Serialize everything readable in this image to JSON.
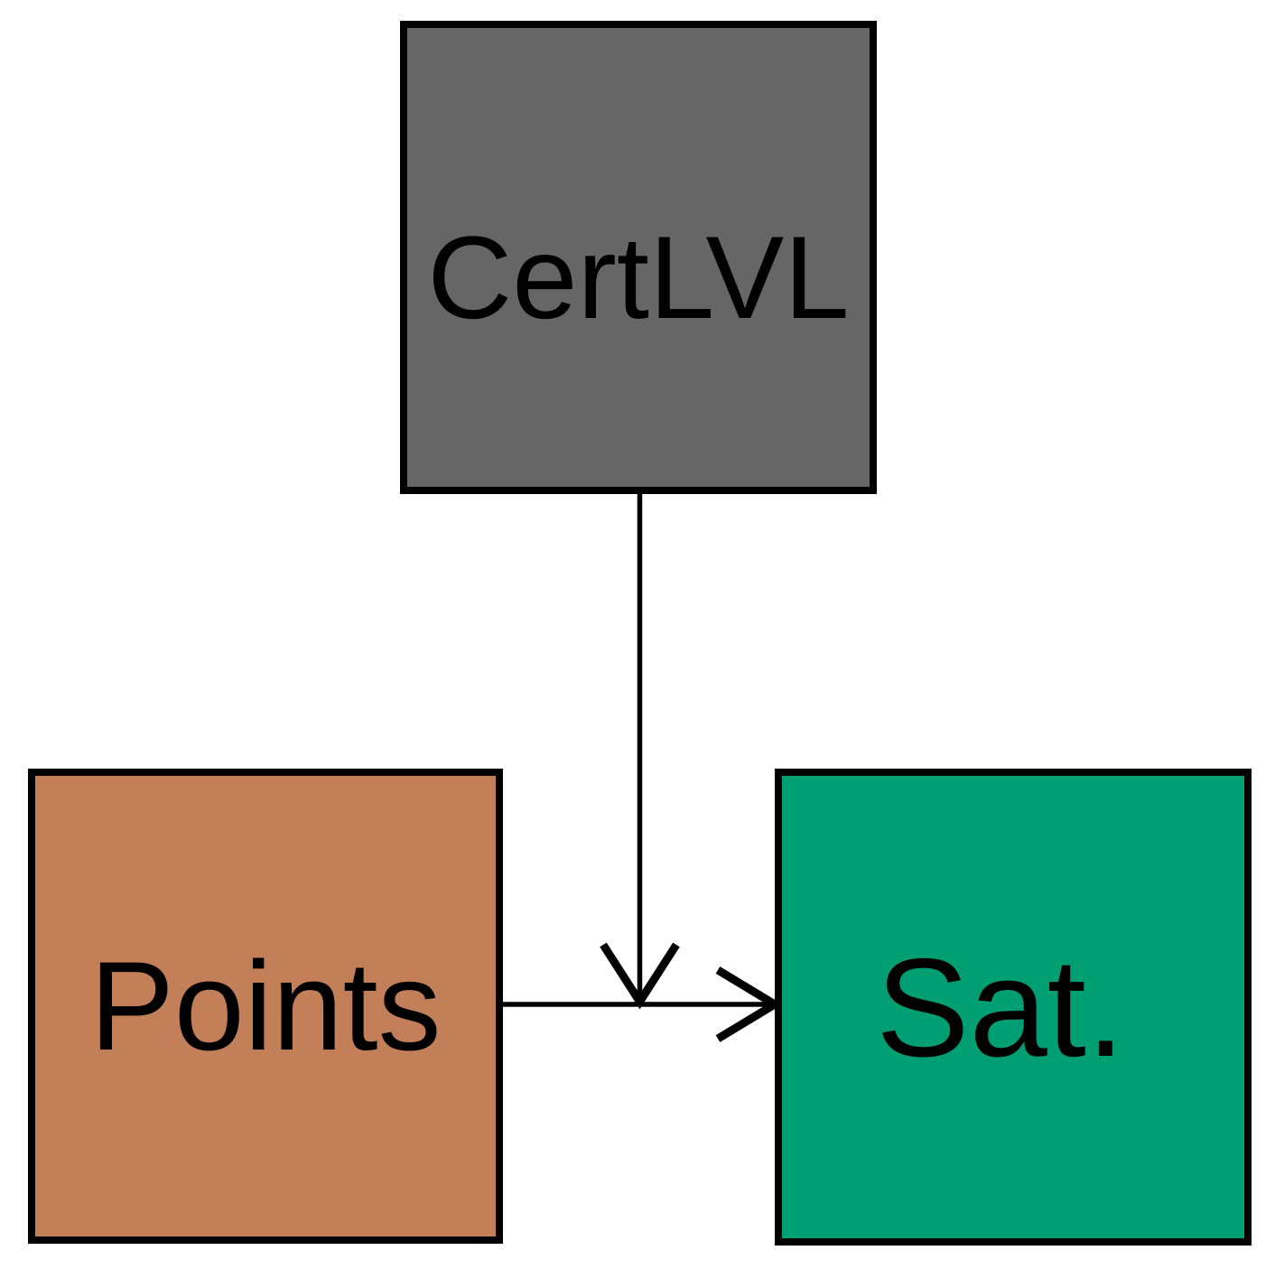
{
  "diagram": {
    "background_color": "#ffffff",
    "outline_color": "#000000",
    "arrow_color": "#000000",
    "label_color": "#000000",
    "nodes": [
      {
        "id": "certlvl",
        "label": "CertLVL",
        "fill_color": "#666666"
      },
      {
        "id": "points",
        "label": "Points",
        "fill_color": "#C27F58"
      },
      {
        "id": "sat",
        "label": "Sat.",
        "fill_color": "#009E73"
      }
    ],
    "edges": [
      {
        "id": "points-to-sat",
        "from": "points",
        "to": "sat",
        "kind": "direct-arrow"
      },
      {
        "id": "certlvl-to-path",
        "from": "certlvl",
        "to": "points-to-sat",
        "kind": "moderation-arrow"
      }
    ]
  }
}
